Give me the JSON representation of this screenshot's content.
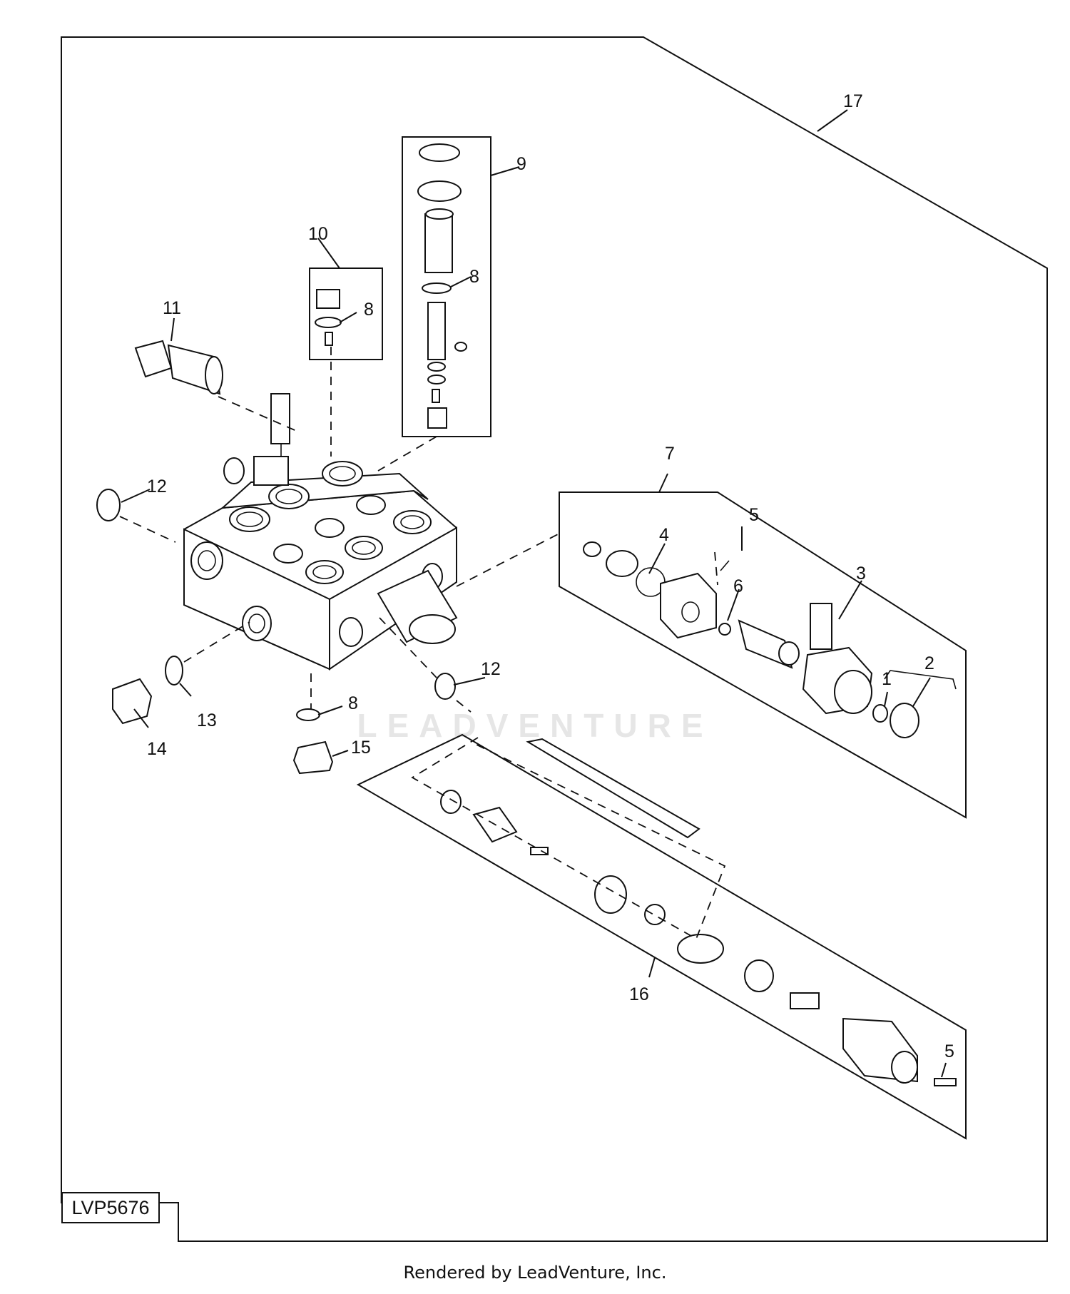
{
  "diagram": {
    "reference_code": "LVP5676",
    "footer_text": "Rendered by LeadVenture, Inc.",
    "watermark_text": "LEADVENTURE",
    "callouts": {
      "c1": "1",
      "c2": "2",
      "c3": "3",
      "c4": "4",
      "c5a": "5",
      "c5b": "5",
      "c6": "6",
      "c7": "7",
      "c8a": "8",
      "c8b": "8",
      "c8c": "8",
      "c9": "9",
      "c10": "10",
      "c11": "11",
      "c12a": "12",
      "c12b": "12",
      "c13": "13",
      "c14": "14",
      "c15": "15",
      "c16": "16",
      "c17": "17"
    }
  }
}
